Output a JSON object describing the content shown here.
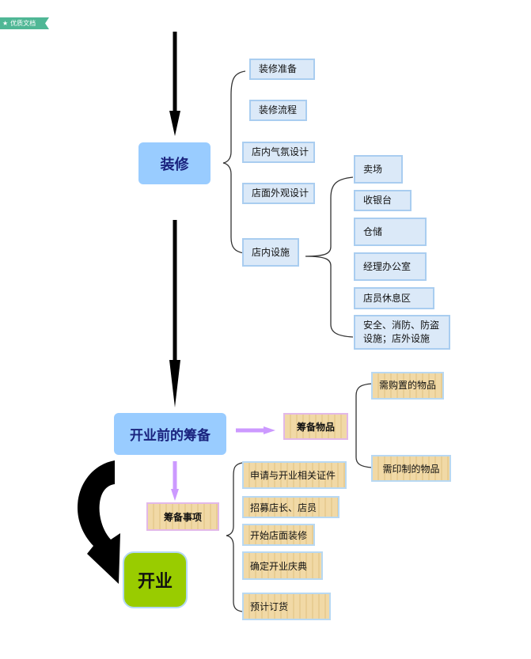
{
  "badge": {
    "icon": "star-icon",
    "label": "优质文档"
  },
  "nodes": {
    "decoration": "装修",
    "preparation": "开业前的筹备",
    "opening": "开业",
    "prep_items": "筹备物品",
    "prep_matters": "筹备事项"
  },
  "decoration_children": [
    "装修准备",
    "装修流程",
    "店内气氛设计",
    "店面外观设计",
    "店内设施"
  ],
  "facility_children": [
    "卖场",
    "收银台",
    "仓储",
    "经理办公室",
    "店员休息区",
    "安全、消防、防盗设施；店外设施"
  ],
  "prep_items_children": [
    "需购置的物品",
    "需印制的物品"
  ],
  "prep_matters_children": [
    "申请与开业相关证件",
    "招募店长、店员",
    "开始店面装修",
    "确定开业庆典",
    "预计订货"
  ],
  "colors": {
    "main_node": "#99ccff",
    "blue_box": "#dbe9f8",
    "opening_node": "#99cc00",
    "arrow_purple": "#cc99ff",
    "badge": "#4fb795"
  }
}
